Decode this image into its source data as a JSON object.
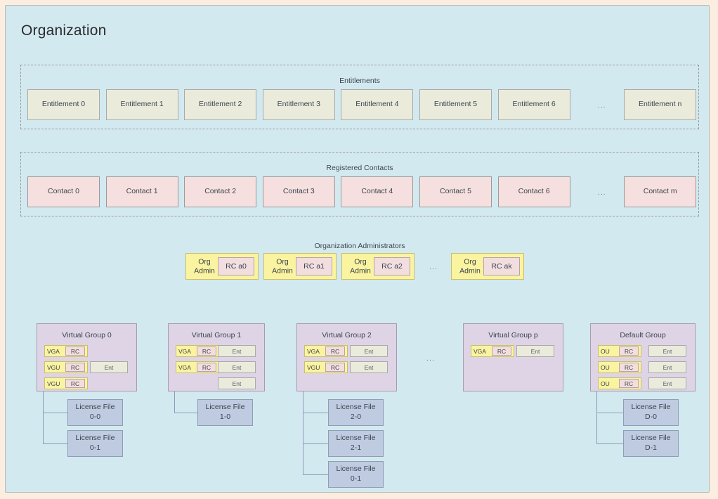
{
  "page": {
    "title": "Organization",
    "background": "#fbeee0",
    "org_background": "#d3e9f0"
  },
  "colors": {
    "entitlement": "#ebebdc",
    "contact": "#f6dfdf",
    "admin": "#faf3a0",
    "group": "#ded4e6",
    "license": "#bfcbe0"
  },
  "entitlements": {
    "caption": "Entitlements",
    "items": [
      "Entitlement 0",
      "Entitlement 1",
      "Entitlement 2",
      "Entitlement 3",
      "Entitlement 4",
      "Entitlement 5",
      "Entitlement 6"
    ],
    "ellipsis": "...",
    "last": "Entitlement n"
  },
  "contacts": {
    "caption": "Registered Contacts",
    "items": [
      "Contact 0",
      "Contact 1",
      "Contact 2",
      "Contact 3",
      "Contact 4",
      "Contact 5",
      "Contact 6"
    ],
    "ellipsis": "...",
    "last": "Contact m"
  },
  "administrators": {
    "caption": "Organization Administrators",
    "items": [
      {
        "role": "Org Admin",
        "rc": "RC a0"
      },
      {
        "role": "Org Admin",
        "rc": "RC a1"
      },
      {
        "role": "Org Admin",
        "rc": "RC a2"
      }
    ],
    "ellipsis": "...",
    "last": {
      "role": "Org Admin",
      "rc": "RC ak"
    }
  },
  "groups": {
    "ellipsis": "...",
    "items": [
      {
        "title": "Virtual Group 0",
        "members": [
          {
            "role": "VGA",
            "rc": "RC"
          },
          {
            "role": "VGU",
            "rc": "RC"
          },
          {
            "role": "VGU",
            "rc": "RC"
          }
        ],
        "entitlements": [
          "Ent"
        ],
        "ent_offsets": [
          1
        ],
        "licenses": [
          "License File\n0-0",
          "License File\n0-1"
        ]
      },
      {
        "title": "Virtual Group 1",
        "members": [
          {
            "role": "VGA",
            "rc": "RC"
          },
          {
            "role": "VGA",
            "rc": "RC"
          }
        ],
        "entitlements": [
          "Ent",
          "Ent",
          "Ent"
        ],
        "ent_offsets": [
          0,
          1,
          2
        ],
        "licenses": [
          "License File\n1-0"
        ]
      },
      {
        "title": "Virtual Group 2",
        "members": [
          {
            "role": "VGA",
            "rc": "RC"
          },
          {
            "role": "VGU",
            "rc": "RC"
          }
        ],
        "entitlements": [
          "Ent",
          "Ent"
        ],
        "ent_offsets": [
          0,
          1
        ],
        "licenses": [
          "License File\n2-0",
          "License File\n2-1",
          "License File\n0-1"
        ]
      },
      {
        "title": "Virtual Group p",
        "members": [
          {
            "role": "VGA",
            "rc": "RC"
          }
        ],
        "entitlements": [
          "Ent"
        ],
        "ent_offsets": [
          0
        ],
        "licenses": []
      },
      {
        "title": "Default Group",
        "members": [
          {
            "role": "OU",
            "rc": "RC"
          },
          {
            "role": "OU",
            "rc": "RC"
          },
          {
            "role": "OU",
            "rc": "RC"
          }
        ],
        "entitlements": [
          "Ent",
          "Ent",
          "Ent"
        ],
        "ent_offsets": [
          0,
          1,
          2
        ],
        "licenses": [
          "License File\nD-0",
          "License File\nD-1"
        ]
      }
    ]
  }
}
